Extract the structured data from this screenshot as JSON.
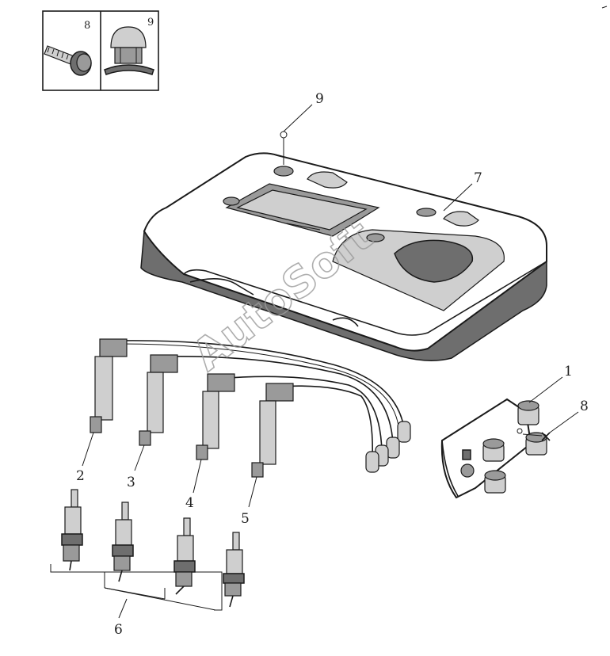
{
  "inset": {
    "bolt_label": "8",
    "nut_label": "9"
  },
  "callouts": {
    "c1": "1",
    "c2": "2",
    "c3": "3",
    "c4": "4",
    "c5": "5",
    "c6": "6",
    "c7": "7",
    "c8": "8",
    "c9": "9"
  },
  "watermark": "AutoSoft",
  "colors": {
    "line": "#1a1a1a",
    "shade": "#6e6e6e",
    "watermark": "#9a9a9a"
  }
}
